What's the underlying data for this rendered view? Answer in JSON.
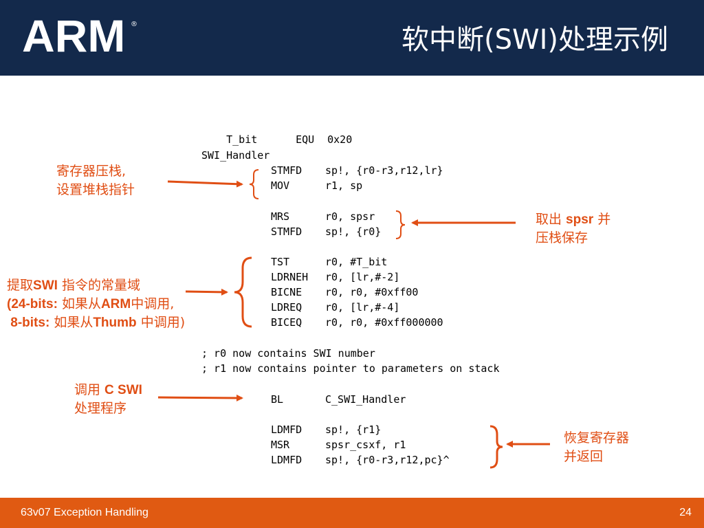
{
  "header": {
    "logo": "ARM",
    "logo_mark": "®",
    "title": "软中断(SWI)处理示例"
  },
  "code": {
    "t_bit_label": "T_bit",
    "t_bit_op": "EQU",
    "t_bit_args": "0x20",
    "handler_label": "SWI_Handler",
    "lines": [
      {
        "op": "STMFD",
        "args": "sp!, {r0-r3,r12,lr}"
      },
      {
        "op": "MOV",
        "args": "r1, sp"
      },
      {
        "op": "MRS",
        "args": "r0, spsr"
      },
      {
        "op": "STMFD",
        "args": "sp!, {r0}"
      },
      {
        "op": "TST",
        "args": "r0, #T_bit"
      },
      {
        "op": "LDRNEH",
        "args": "r0, [lr,#-2]"
      },
      {
        "op": "BICNE",
        "args": "r0, r0, #0xff00"
      },
      {
        "op": "LDREQ",
        "args": "r0, [lr,#-4]"
      },
      {
        "op": "BICEQ",
        "args": "r0, r0, #0xff000000"
      },
      {
        "op": "BL",
        "args": "C_SWI_Handler"
      },
      {
        "op": "LDMFD",
        "args": "sp!, {r1}"
      },
      {
        "op": "MSR",
        "args": "spsr_csxf, r1"
      },
      {
        "op": "LDMFD",
        "args": "sp!, {r0-r3,r12,pc}^"
      }
    ],
    "comment1": "; r0 now contains SWI number",
    "comment2": "; r1 now contains pointer to parameters on stack"
  },
  "annotations": {
    "push_line1": "寄存器压栈,",
    "push_line2": "设置堆栈指针",
    "spsr_pre": "取出 ",
    "spsr_bold": "spsr",
    "spsr_post": " 并",
    "spsr_line2": "压栈保存",
    "extract_pre": "提取",
    "extract_bold": "SWI",
    "extract_post": " 指令的常量域",
    "bits24_bold1": "(24-bits:",
    "bits24_mid": " 如果从",
    "bits24_bold2": "ARM",
    "bits24_end": "中调用,",
    "bits8_bold1": " 8-bits:",
    "bits8_mid": " 如果从",
    "bits8_bold2": "Thumb",
    "bits8_end": " 中调用)",
    "call_pre": "调用 ",
    "call_bold": "C SWI",
    "call_line2": "处理程序",
    "restore_line1": "恢复寄存器",
    "restore_line2": "并返回"
  },
  "footer": {
    "left": "63v07 Exception Handling",
    "page": "24"
  },
  "colors": {
    "header_bg": "#13294b",
    "accent": "#e04e14",
    "footer_bg": "#e05a12"
  }
}
